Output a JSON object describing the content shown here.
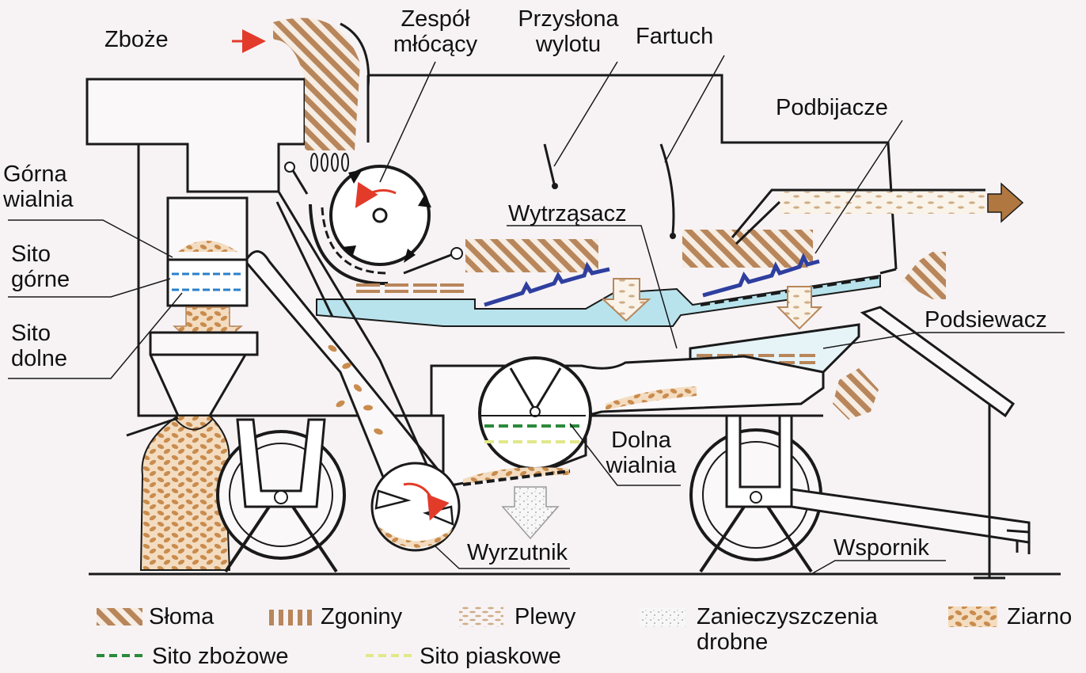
{
  "labels": {
    "zboze": "Zboże",
    "zespol_line1": "Zespół",
    "zespol_line2": "młócący",
    "przyslona_line1": "Przysłona",
    "przyslona_line2": "wylotu",
    "fartuch": "Fartuch",
    "podbijacze": "Podbijacze",
    "gorna_line1": "Górna",
    "gorna_line2": "wialnia",
    "sito_gorne_line1": "Sito",
    "sito_gorne_line2": "górne",
    "sito_dolne_line1": "Sito",
    "sito_dolne_line2": "dolne",
    "wytrzasacz": "Wytrząsacz",
    "podsiewacz": "Podsiewacz",
    "dolna_line1": "Dolna",
    "dolna_line2": "wialnia",
    "wyrzutnik": "Wyrzutnik",
    "wspornik": "Wspornik"
  },
  "legend": {
    "sloma": "Słoma",
    "zgoniny": "Zgoniny",
    "plewy": "Plewy",
    "zanieczyszczenia_line1": "Zanieczyszczenia",
    "zanieczyszczenia_line2": "drobne",
    "ziarno": "Ziarno",
    "sito_zbozowe": "Sito zbożowe",
    "sito_piaskowe": "Sito piaskowe"
  },
  "colors": {
    "straw": "#b8865a",
    "grain": "#c98c4e",
    "conveyor": "#b8e3ec",
    "blade": "#2f3f9f",
    "arrow_red": "#e23b2a",
    "sieve_green": "#2a8a3a",
    "sieve_yellow": "#e1e88a",
    "sieve_blue": "#2a7fc8",
    "outline": "#1a1a1a"
  }
}
